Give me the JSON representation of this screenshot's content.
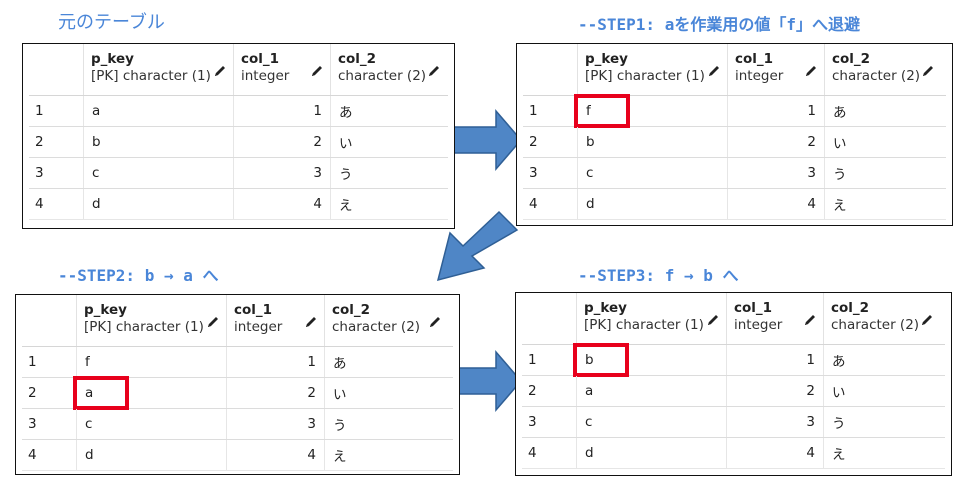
{
  "captions": {
    "original": "元のテーブル",
    "step1": "--STEP1: aを作業用の値「f」へ退避",
    "step2": "--STEP2: b → a  へ",
    "step3": "--STEP3: f → b  へ"
  },
  "columns": [
    {
      "name": "p_key",
      "type": "[PK] character (1)"
    },
    {
      "name": "col_1",
      "type": "integer"
    },
    {
      "name": "col_2",
      "type": "character (2)"
    }
  ],
  "tables": {
    "original": [
      {
        "n": "1",
        "p_key": "a",
        "col_1": "1",
        "col_2": "あ"
      },
      {
        "n": "2",
        "p_key": "b",
        "col_1": "2",
        "col_2": "い"
      },
      {
        "n": "3",
        "p_key": "c",
        "col_1": "3",
        "col_2": "う"
      },
      {
        "n": "4",
        "p_key": "d",
        "col_1": "4",
        "col_2": "え"
      }
    ],
    "step1": [
      {
        "n": "1",
        "p_key": "f",
        "col_1": "1",
        "col_2": "あ"
      },
      {
        "n": "2",
        "p_key": "b",
        "col_1": "2",
        "col_2": "い"
      },
      {
        "n": "3",
        "p_key": "c",
        "col_1": "3",
        "col_2": "う"
      },
      {
        "n": "4",
        "p_key": "d",
        "col_1": "4",
        "col_2": "え"
      }
    ],
    "step2": [
      {
        "n": "1",
        "p_key": "f",
        "col_1": "1",
        "col_2": "あ"
      },
      {
        "n": "2",
        "p_key": "a",
        "col_1": "2",
        "col_2": "い"
      },
      {
        "n": "3",
        "p_key": "c",
        "col_1": "3",
        "col_2": "う"
      },
      {
        "n": "4",
        "p_key": "d",
        "col_1": "4",
        "col_2": "え"
      }
    ],
    "step3": [
      {
        "n": "1",
        "p_key": "b",
        "col_1": "1",
        "col_2": "あ"
      },
      {
        "n": "2",
        "p_key": "a",
        "col_1": "2",
        "col_2": "い"
      },
      {
        "n": "3",
        "p_key": "c",
        "col_1": "3",
        "col_2": "う"
      },
      {
        "n": "4",
        "p_key": "d",
        "col_1": "4",
        "col_2": "え"
      }
    ]
  },
  "colors": {
    "caption": "#4a86d8",
    "highlight": "#e8001c",
    "arrow_fill": "#4f86c6",
    "arrow_stroke": "#2f5f95"
  },
  "icons": {
    "edit": "pencil-icon",
    "arrow": "right-arrow-icon"
  }
}
